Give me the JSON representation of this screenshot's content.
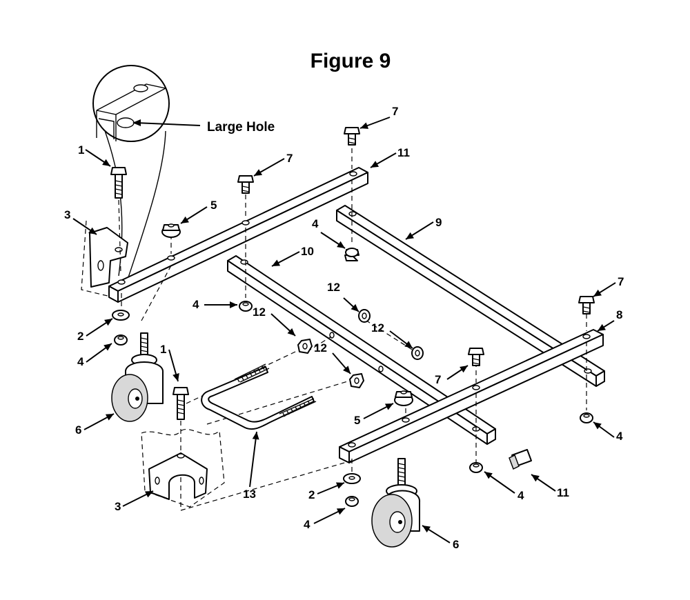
{
  "figure": {
    "title": "Figure 9",
    "detail_label": "Large Hole"
  },
  "callouts": [
    {
      "id": "c1a",
      "text": "1"
    },
    {
      "id": "c1b",
      "text": "1"
    },
    {
      "id": "c2a",
      "text": "2"
    },
    {
      "id": "c2b",
      "text": "2"
    },
    {
      "id": "c3a",
      "text": "3"
    },
    {
      "id": "c3b",
      "text": "3"
    },
    {
      "id": "c4a",
      "text": "4"
    },
    {
      "id": "c4b",
      "text": "4"
    },
    {
      "id": "c4c",
      "text": "4"
    },
    {
      "id": "c4d",
      "text": "4"
    },
    {
      "id": "c4e",
      "text": "4"
    },
    {
      "id": "c4f",
      "text": "4"
    },
    {
      "id": "c5a",
      "text": "5"
    },
    {
      "id": "c5b",
      "text": "5"
    },
    {
      "id": "c6a",
      "text": "6"
    },
    {
      "id": "c6b",
      "text": "6"
    },
    {
      "id": "c7a",
      "text": "7"
    },
    {
      "id": "c7b",
      "text": "7"
    },
    {
      "id": "c7c",
      "text": "7"
    },
    {
      "id": "c7d",
      "text": "7"
    },
    {
      "id": "c8",
      "text": "8"
    },
    {
      "id": "c9",
      "text": "9"
    },
    {
      "id": "c10",
      "text": "10"
    },
    {
      "id": "c11a",
      "text": "11"
    },
    {
      "id": "c11b",
      "text": "11"
    },
    {
      "id": "c12a",
      "text": "12"
    },
    {
      "id": "c12b",
      "text": "12"
    },
    {
      "id": "c12c",
      "text": "12"
    },
    {
      "id": "c12d",
      "text": "12"
    },
    {
      "id": "c13",
      "text": "13"
    }
  ]
}
